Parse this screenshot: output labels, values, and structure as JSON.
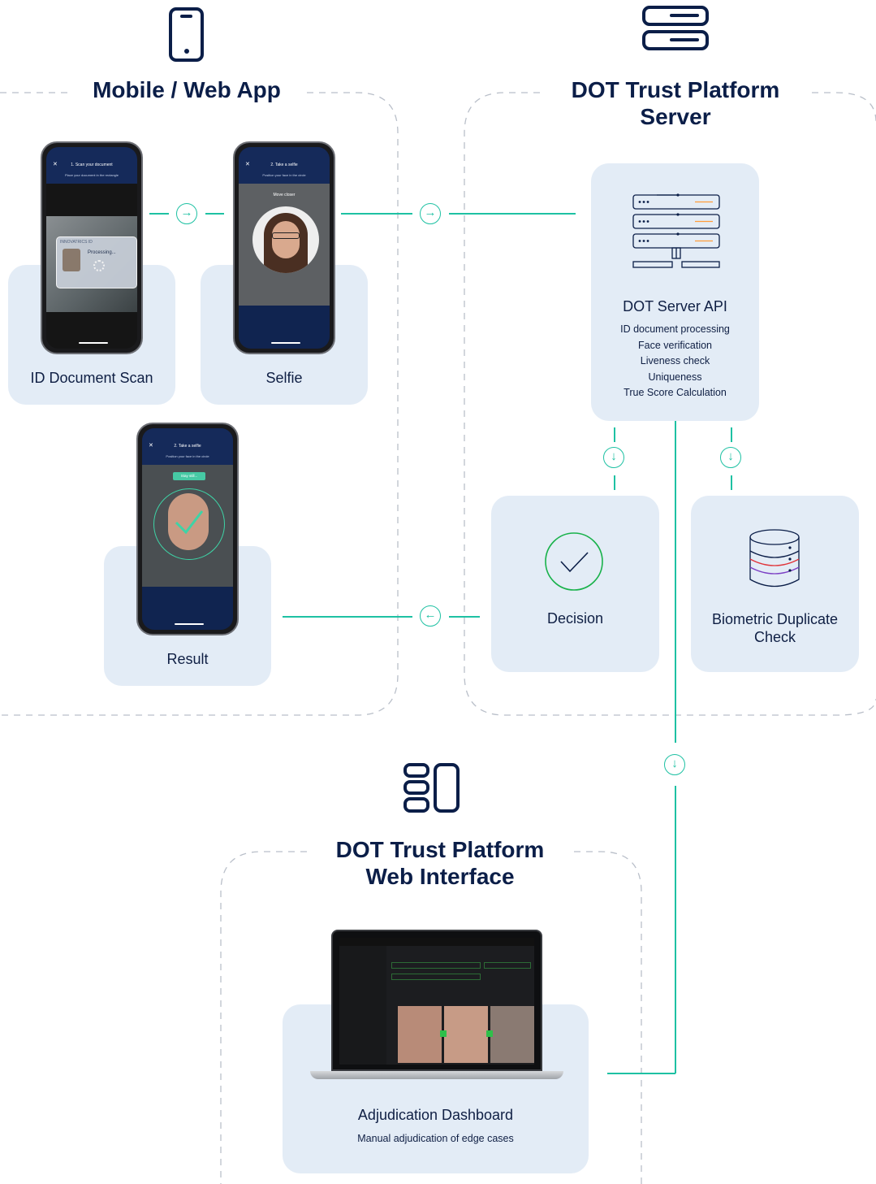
{
  "sections": {
    "mobile_title": "Mobile / Web App",
    "server_title_line1": "DOT Trust Platform",
    "server_title_line2": "Server",
    "web_title_line1": "DOT Trust Platform",
    "web_title_line2": "Web Interface"
  },
  "cards": {
    "id_scan": "ID Document Scan",
    "selfie": "Selfie",
    "result": "Result",
    "decision": "Decision",
    "duplicate_line1": "Biometric Duplicate",
    "duplicate_line2": "Check",
    "server_api": {
      "title": "DOT Server API",
      "features": [
        "ID document processing",
        "Face verification",
        "Liveness check",
        "Uniqueness",
        "True Score Calculation"
      ]
    },
    "dashboard": {
      "title": "Adjudication Dashboard",
      "subtitle": "Manual adjudication of edge cases"
    }
  },
  "phones": {
    "scan": {
      "title": "1. Scan your document",
      "hint": "Place your document in the rectangle",
      "status": "Processing...",
      "brand": "INNOVATRICS ID"
    },
    "selfie": {
      "title": "2. Take a selfie",
      "hint": "Position your face in the circle",
      "status": "Move closer"
    },
    "result": {
      "title": "2. Take a selfie",
      "hint": "Position your face in the circle",
      "status": "Stay still..."
    }
  },
  "icons": {
    "phone": "smartphone-icon",
    "server": "server-icon",
    "dashboard": "dashboard-layout-icon",
    "decision": "checkmark-circle-icon",
    "database": "database-icon",
    "arrow_right": "arrow-right-icon",
    "arrow_left": "arrow-left-icon",
    "arrow_down": "arrow-down-icon"
  },
  "colors": {
    "navy": "#0b1e48",
    "card_bg": "#e3ecf6",
    "teal": "#1ec1a3",
    "green_check": "#19b24b",
    "dash": "#b9bfc9"
  }
}
